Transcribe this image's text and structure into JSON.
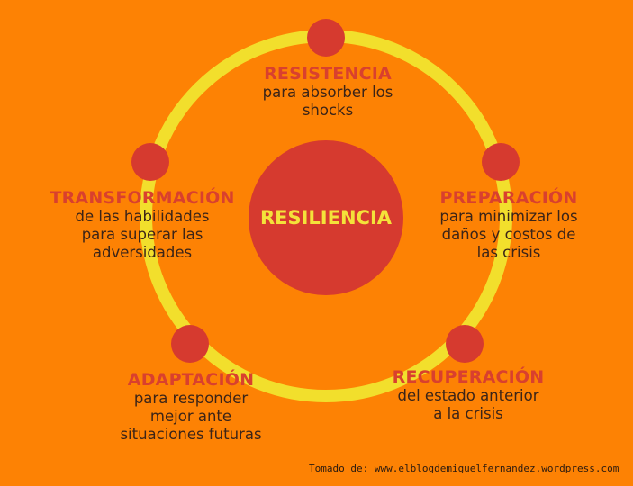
{
  "center_label": "RESILIENCIA",
  "nodes": [
    {
      "title": "RESISTENCIA",
      "lines": [
        "para absorber los",
        "shocks"
      ]
    },
    {
      "title": "PREPARACIÓN",
      "lines": [
        "para minimizar los",
        "daños y costos de",
        "las crisis"
      ]
    },
    {
      "title": "RECUPERACIÓN",
      "lines": [
        "del estado anterior",
        "a la crisis"
      ]
    },
    {
      "title": "ADAPTACIÓN",
      "lines": [
        "para responder",
        "mejor ante",
        "situaciones futuras"
      ]
    },
    {
      "title": "TRANSFORMACIÓN",
      "lines": [
        "de las habilidades",
        "para superar las",
        "adversidades"
      ]
    }
  ],
  "source": "Tomado de: www.elblogdemiguelfernandez.wordpress.com",
  "colors": {
    "background": "#fd8204",
    "ring": "#f2df2c",
    "node": "#d63a2f",
    "title": "#d9402e"
  }
}
